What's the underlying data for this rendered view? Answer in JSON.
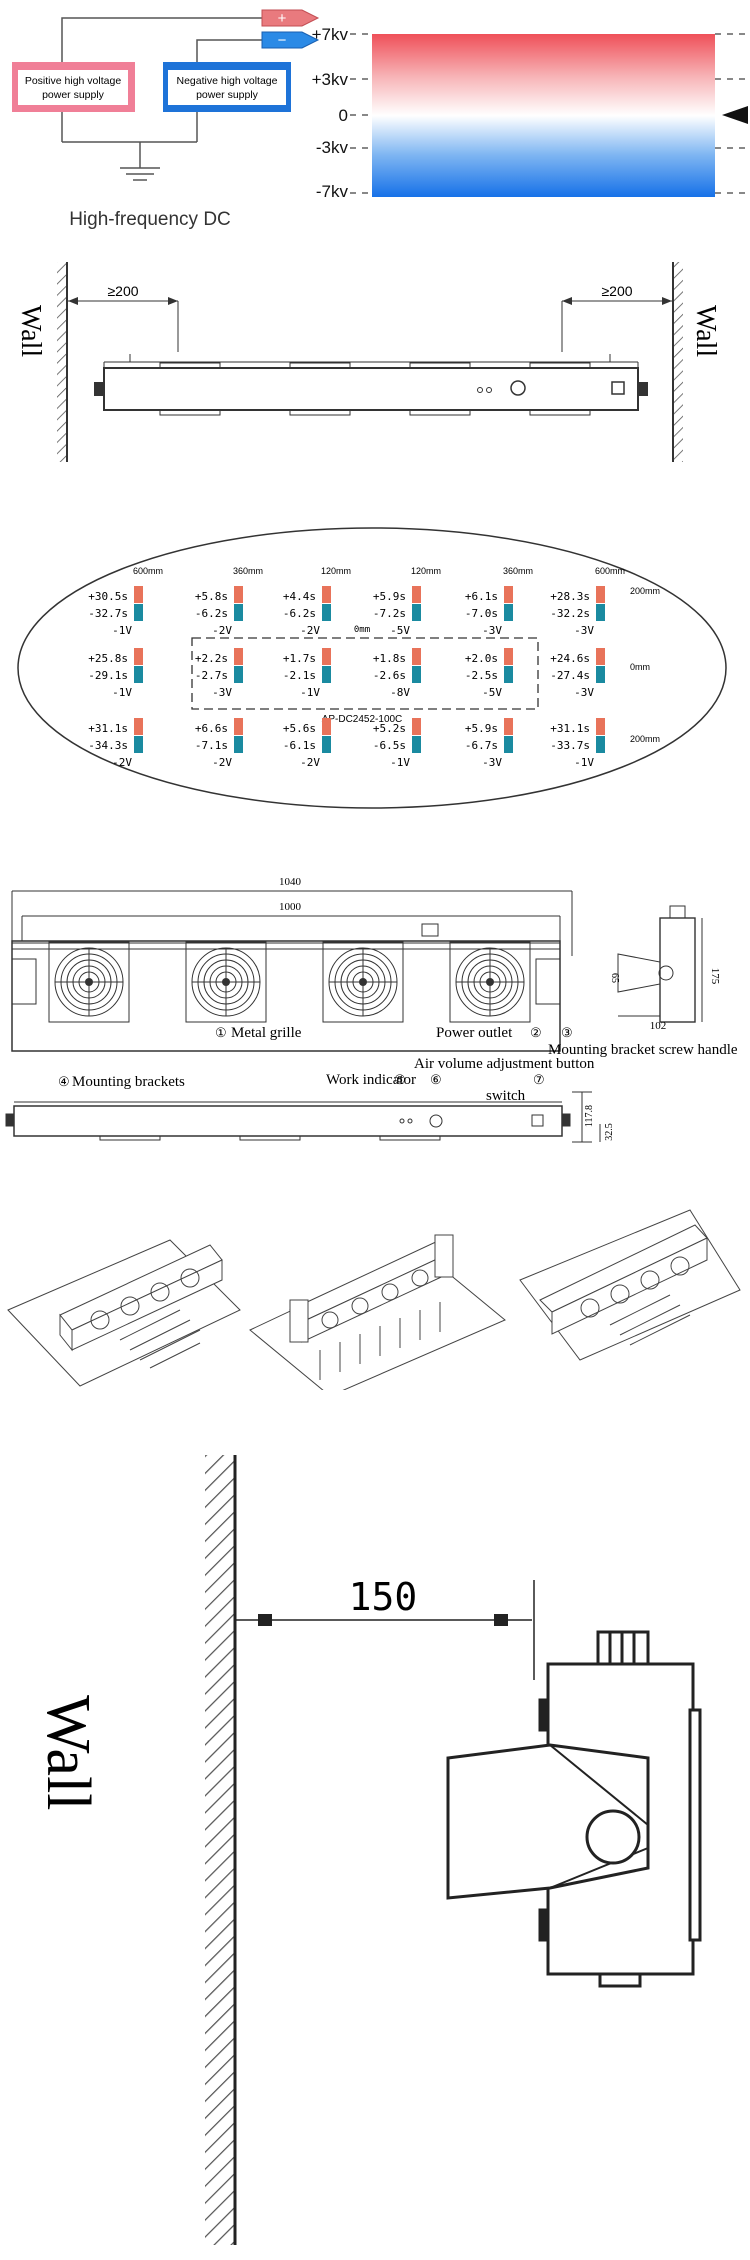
{
  "voltage": {
    "positive_supply": [
      "Positive high voltage",
      "power supply"
    ],
    "negative_supply": [
      "Negative high voltage",
      "power supply"
    ],
    "plus_sign": "+",
    "minus_sign": "−",
    "caption": "High-frequency DC",
    "scale_labels": [
      "+7kv",
      "+3kv",
      "0",
      "-3kv",
      "-7kv"
    ],
    "colors": {
      "positive": "#e8525a",
      "negative": "#1a78e8",
      "pos_box": "#f07f97",
      "neg_box": "#1e73d8"
    }
  },
  "wall_install": {
    "wall_label_left": "Wall",
    "wall_label_right": "Wall",
    "distance_left": "≥200",
    "distance_right": "≥200"
  },
  "measurement": {
    "center_label": "0mm",
    "model": "AP-DC2452-100C",
    "col_headers": [
      "600mm",
      "360mm",
      "120mm",
      "120mm",
      "360mm",
      "600mm"
    ],
    "row_labels": [
      "200mm",
      "0mm",
      "200mm"
    ],
    "rows": [
      [
        {
          "pos": "+30.5s",
          "neg": "-32.7s",
          "v": "-1V"
        },
        {
          "pos": "+5.8s",
          "neg": "-6.2s",
          "v": "-2V"
        },
        {
          "pos": "+4.4s",
          "neg": "-6.2s",
          "v": "-2V"
        },
        {
          "pos": "+5.9s",
          "neg": "-7.2s",
          "v": "-5V"
        },
        {
          "pos": "+6.1s",
          "neg": "-7.0s",
          "v": "-3V"
        },
        {
          "pos": "+28.3s",
          "neg": "-32.2s",
          "v": "-3V"
        }
      ],
      [
        {
          "pos": "+25.8s",
          "neg": "-29.1s",
          "v": "-1V"
        },
        {
          "pos": "+2.2s",
          "neg": "-2.7s",
          "v": "-3V"
        },
        {
          "pos": "+1.7s",
          "neg": "-2.1s",
          "v": "-1V"
        },
        {
          "pos": "+1.8s",
          "neg": "-2.6s",
          "v": "-8V"
        },
        {
          "pos": "+2.0s",
          "neg": "-2.5s",
          "v": "-5V"
        },
        {
          "pos": "+24.6s",
          "neg": "-27.4s",
          "v": "-3V"
        }
      ],
      [
        {
          "pos": "+31.1s",
          "neg": "-34.3s",
          "v": "-2V"
        },
        {
          "pos": "+6.6s",
          "neg": "-7.1s",
          "v": "-2V"
        },
        {
          "pos": "+5.6s",
          "neg": "-6.1s",
          "v": "-2V"
        },
        {
          "pos": "+5.2s",
          "neg": "-6.5s",
          "v": "-1V"
        },
        {
          "pos": "+5.9s",
          "neg": "-6.7s",
          "v": "-3V"
        },
        {
          "pos": "+31.1s",
          "neg": "-33.7s",
          "v": "-1V"
        }
      ]
    ]
  },
  "dimensions": {
    "overall": "1040",
    "inner": "1000",
    "side_height": "175",
    "side_depth": "102",
    "side_small": "65",
    "front_height": "117.8",
    "front_small": "32.5",
    "labels": {
      "metal_grille": "Metal grille",
      "power_outlet": "Power outlet",
      "mounting_screw": "Mounting bracket screw handle",
      "mounting_brackets": "Mounting brackets",
      "work_indicator": "Work indicator",
      "air_volume": "Air volume adjustment button",
      "switch": "switch"
    },
    "callouts": {
      "c1": "①",
      "c2": "②",
      "c3": "③",
      "c4": "④",
      "c5": "⑤",
      "c6": "⑥",
      "c7": "⑦"
    }
  },
  "side_view": {
    "wall_label": "Wall",
    "distance": "150"
  }
}
